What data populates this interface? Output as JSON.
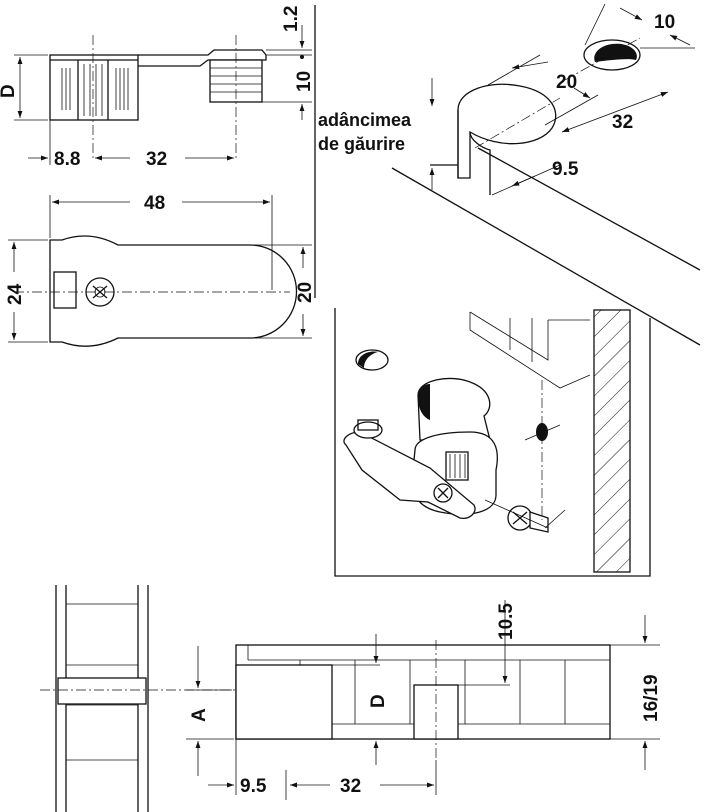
{
  "top_view": {
    "dim_D": "D",
    "dim_1_2": "1.2",
    "dim_10": "10",
    "dim_8_8": "8.8",
    "dim_32": "32"
  },
  "plan_view": {
    "dim_48": "48",
    "dim_24": "24",
    "dim_20": "20"
  },
  "iso_view": {
    "dim_10": "10",
    "dim_20": "20",
    "dim_32": "32",
    "dim_9_5": "9.5",
    "depth_label_line1": "adâncimea",
    "depth_label_line2": "de găurire"
  },
  "section_view": {
    "dim_10_5": "10.5",
    "dim_D": "D",
    "dim_A": "A",
    "dim_16_19": "16/19",
    "dim_9_5": "9.5",
    "dim_32": "32"
  }
}
